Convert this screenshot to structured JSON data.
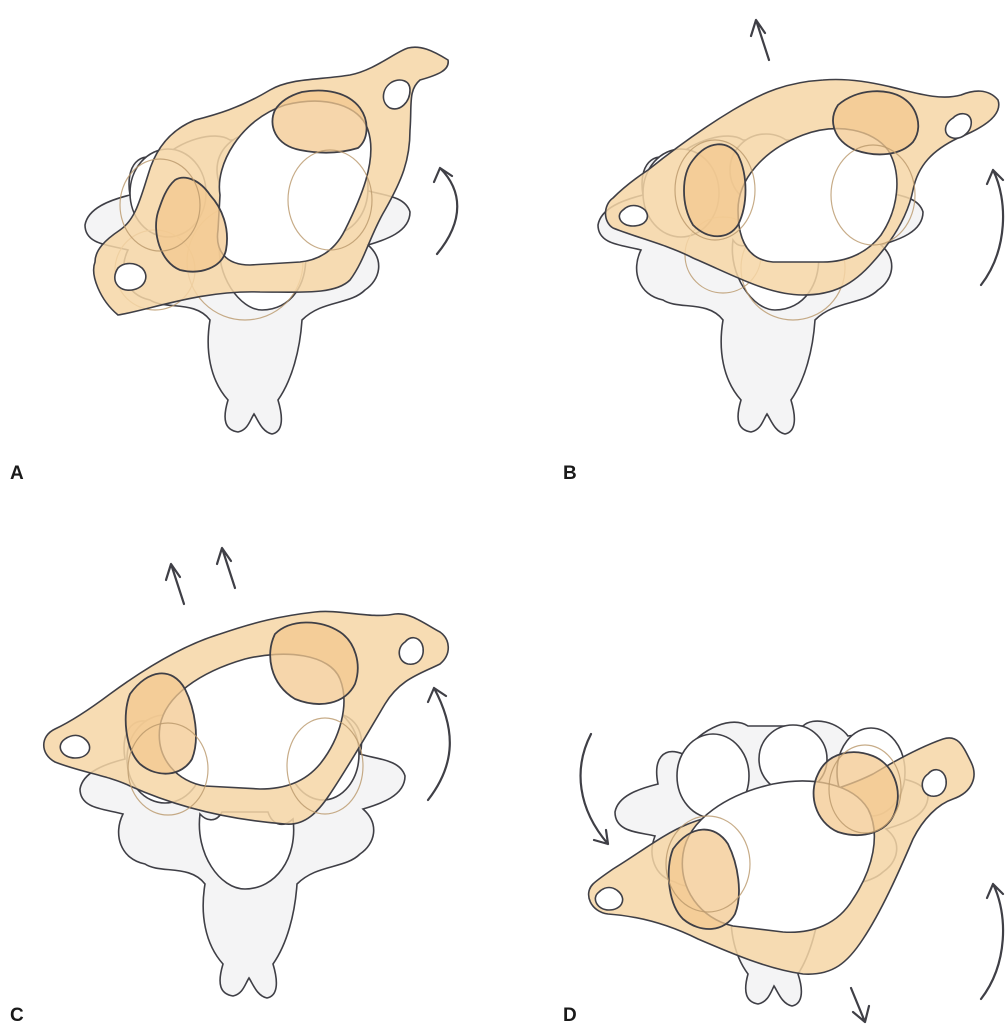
{
  "panels": [
    {
      "id": "panel-a",
      "label": "A"
    },
    {
      "id": "panel-b",
      "label": "B"
    },
    {
      "id": "panel-c",
      "label": "C"
    },
    {
      "id": "panel-d",
      "label": "D"
    }
  ],
  "colors": {
    "atlas_fill": "#f6d6a6",
    "vertebra_fill": "#f4f4f5",
    "outline": "#3f3f46"
  }
}
